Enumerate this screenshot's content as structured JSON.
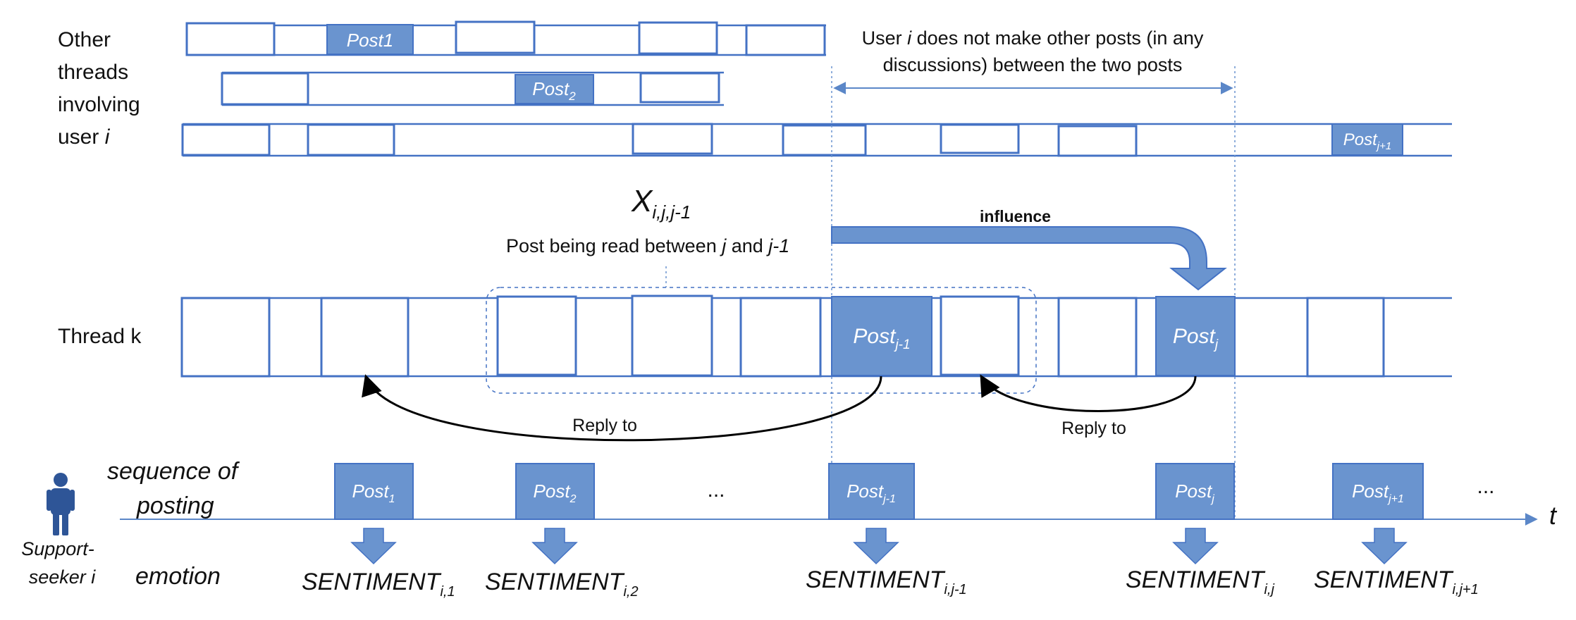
{
  "title": "",
  "labels": {
    "other_threads_line1": "Other",
    "other_threads_line2": "threads",
    "other_threads_line3": "involving",
    "other_threads_line4_prefix": "user ",
    "other_threads_line4_var": "i",
    "thread_k": "Thread k",
    "sequence_line1": "sequence of",
    "sequence_line2": "posting",
    "emotion": "emotion",
    "support_line1": "Support-",
    "support_line2": "seeker i",
    "time_axis": "t",
    "ellipsis": "..."
  },
  "annotations": {
    "no_posts_line1_a": "User ",
    "no_posts_line1_var": "i",
    "no_posts_line1_b": " does not make other posts (in any",
    "no_posts_line2": "discussions) between the two posts",
    "x_main": "X",
    "x_sub": "i,j,j-1",
    "read_between_a": "Post being read between ",
    "read_between_j": "j",
    "read_between_b": " and ",
    "read_between_j1": "j-1",
    "influence": "influence",
    "reply_to_1": "Reply to",
    "reply_to_2": "Reply to"
  },
  "other_threads": {
    "row1_post": {
      "base": "Post1",
      "sub": ""
    },
    "row2_post": {
      "base": "Post",
      "sub": "2"
    },
    "row3_post": {
      "base": "Post",
      "sub": "j+1"
    }
  },
  "thread_k_posts": [
    {
      "base": "Post",
      "sub": "j-1"
    },
    {
      "base": "Post",
      "sub": "j"
    }
  ],
  "sequence_posts": [
    {
      "base": "Post",
      "sub": "1"
    },
    {
      "base": "Post",
      "sub": "2"
    },
    {
      "base": "Post",
      "sub": "j-1"
    },
    {
      "base": "Post",
      "sub": "j"
    },
    {
      "base": "Post",
      "sub": "j+1"
    }
  ],
  "sentiments": [
    {
      "base": "SENTIMENT",
      "sub": "i,1"
    },
    {
      "base": "SENTIMENT",
      "sub": "i,2"
    },
    {
      "base": "SENTIMENT",
      "sub": "i,j-1"
    },
    {
      "base": "SENTIMENT",
      "sub": "i,j"
    },
    {
      "base": "SENTIMENT",
      "sub": "i,j+1"
    }
  ],
  "colors": {
    "accent": "#4472c4",
    "filled": "#6a94cf",
    "arrow": "#5b87c8",
    "person": "#2e5597"
  }
}
